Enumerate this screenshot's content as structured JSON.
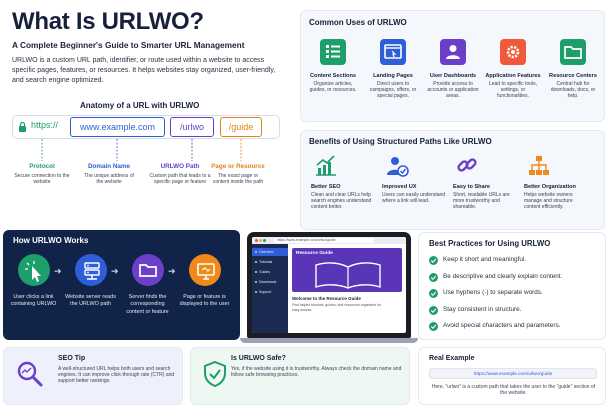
{
  "hero": {
    "title": "What Is URLWO?",
    "subtitle": "A Complete Beginner's Guide to Smarter URL Management",
    "description": "URLWO is a custom URL path, identifier, or route used within a website to access specific pages, features, or resources. It helps websites stay organized, user-friendly, and search engine optimized."
  },
  "anatomy": {
    "title": "Anatomy of a URL with URLWO",
    "parts": [
      {
        "text": "https://",
        "label": "Protocol",
        "desc": "Secure connection to the website",
        "color": "#1e9e6a"
      },
      {
        "text": "www.example.com",
        "label": "Domain Name",
        "desc": "The unique address of the website",
        "color": "#2f5fd8"
      },
      {
        "text": "/urlwo",
        "label": "URLWO Path",
        "desc": "Custom path that leads to a specific page or feature",
        "color": "#6b3fc9"
      },
      {
        "text": "/guide",
        "label": "Page or Resource",
        "desc": "The exact page or content inside the path",
        "color": "#e0841a"
      }
    ]
  },
  "uses": {
    "title": "Common Uses of URLWO",
    "items": [
      {
        "label": "Content Sections",
        "desc": "Organize articles, guides, or resources.",
        "color": "#1e9e6a",
        "icon": "list-icon"
      },
      {
        "label": "Landing Pages",
        "desc": "Direct users to campaigns, offers, or special pages.",
        "color": "#2f5fd8",
        "icon": "landing-page-icon"
      },
      {
        "label": "User Dashboards",
        "desc": "Provide access to accounts or application areas.",
        "color": "#6b3fc9",
        "icon": "user-icon"
      },
      {
        "label": "Application Features",
        "desc": "Lead to specific tools, settings, or functionalities.",
        "color": "#ef5a3a",
        "icon": "gear-icon"
      },
      {
        "label": "Resource Centers",
        "desc": "Central hub for downloads, docs, or help.",
        "color": "#1e9e6a",
        "icon": "folder-icon"
      }
    ]
  },
  "benefits": {
    "title": "Benefits of Using Structured Paths Like URLWO",
    "items": [
      {
        "label": "Better SEO",
        "desc": "Clean and clear URLs help search engines understand content better.",
        "color": "#1e9e6a",
        "icon": "chart-up-icon"
      },
      {
        "label": "Improved UX",
        "desc": "Users can easily understand where a link will lead.",
        "color": "#2f5fd8",
        "icon": "user-check-icon"
      },
      {
        "label": "Easy to Share",
        "desc": "Short, readable URLs are more trustworthy and shareable.",
        "color": "#6b3fc9",
        "icon": "link-icon"
      },
      {
        "label": "Better Organization",
        "desc": "Helps website owners manage and structure content efficiently.",
        "color": "#ef8a1a",
        "icon": "sitemap-icon"
      }
    ]
  },
  "works": {
    "title": "How URLWO Works",
    "steps": [
      {
        "desc": "User clicks a link containing URLWO",
        "color": "#1e9e6a",
        "icon": "cursor-icon"
      },
      {
        "desc": "Website server reads the URLWO path",
        "color": "#2f5fd8",
        "icon": "server-icon"
      },
      {
        "desc": "Server finds the corresponding content or feature",
        "color": "#6b3fc9",
        "icon": "folder-icon"
      },
      {
        "desc": "Page or feature is displayed to the user",
        "color": "#ef8a1a",
        "icon": "monitor-icon"
      }
    ]
  },
  "laptop": {
    "url": "https://www.example.com/urlwo/guide",
    "nav": [
      "Overview",
      "Tutorials",
      "Guides",
      "Downloads",
      "Support"
    ],
    "banner_title": "Resource Guide",
    "welcome_title": "Welcome to the Resource Guide",
    "welcome_desc": "Find helpful tutorials, guides, and resources organized for easy access."
  },
  "practices": {
    "title": "Best Practices for Using URLWO",
    "items": [
      "Keep it short and meaningful.",
      "Be descriptive and clearly explain content.",
      "Use hyphens (-) to separate words.",
      "Stay consistent in structure.",
      "Avoid special characters and parameters."
    ]
  },
  "seo_tip": {
    "title": "SEO Tip",
    "desc": "A well-structured URL helps both users and search engines. It can improve click-through rate (CTR) and support better rankings."
  },
  "safe": {
    "title": "Is URLWO Safe?",
    "desc": "Yes, if the website using it is trustworthy. Always check the domain name and follow safe browsing practices."
  },
  "example": {
    "title": "Real Example",
    "url": "https://www.example.com/urlwo/guide",
    "desc": "Here, \"urlwo\" is a custom path that takes the user to the \"guide\" section of the website."
  }
}
